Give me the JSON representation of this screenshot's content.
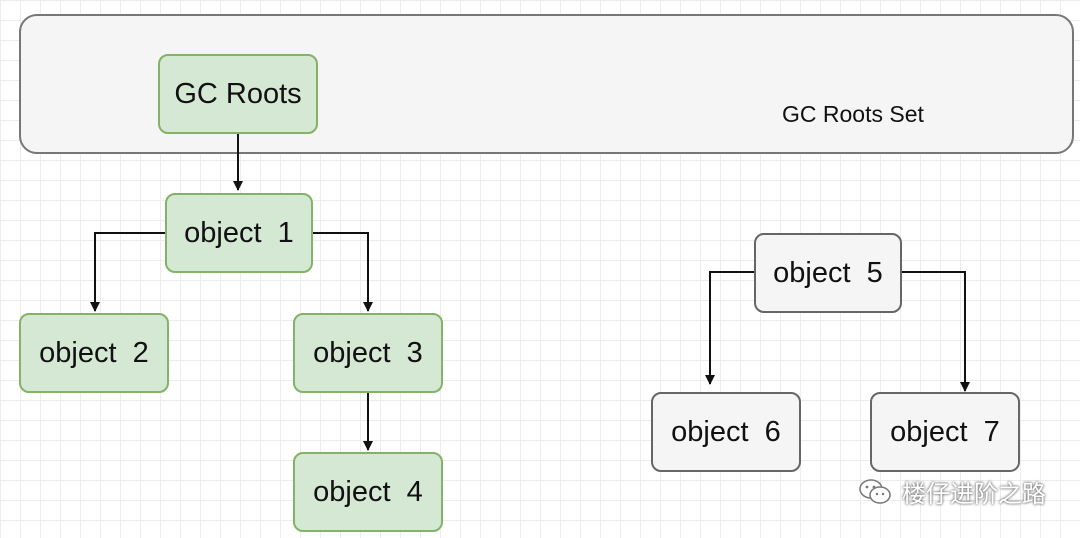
{
  "set": {
    "label": "GC Roots Set"
  },
  "nodes": {
    "gc_roots": "GC Roots",
    "object1": "object  1",
    "object2": "object  2",
    "object3": "object  3",
    "object4": "object  4",
    "object5": "object  5",
    "object6": "object  6",
    "object7": "object  7"
  },
  "colors": {
    "reachable_fill": "#d5e8d4",
    "reachable_stroke": "#82b366",
    "unreachable_fill": "#f5f5f5",
    "unreachable_stroke": "#666666"
  },
  "watermark": {
    "text": "楼仔进阶之路",
    "icon": "wechat-icon"
  }
}
